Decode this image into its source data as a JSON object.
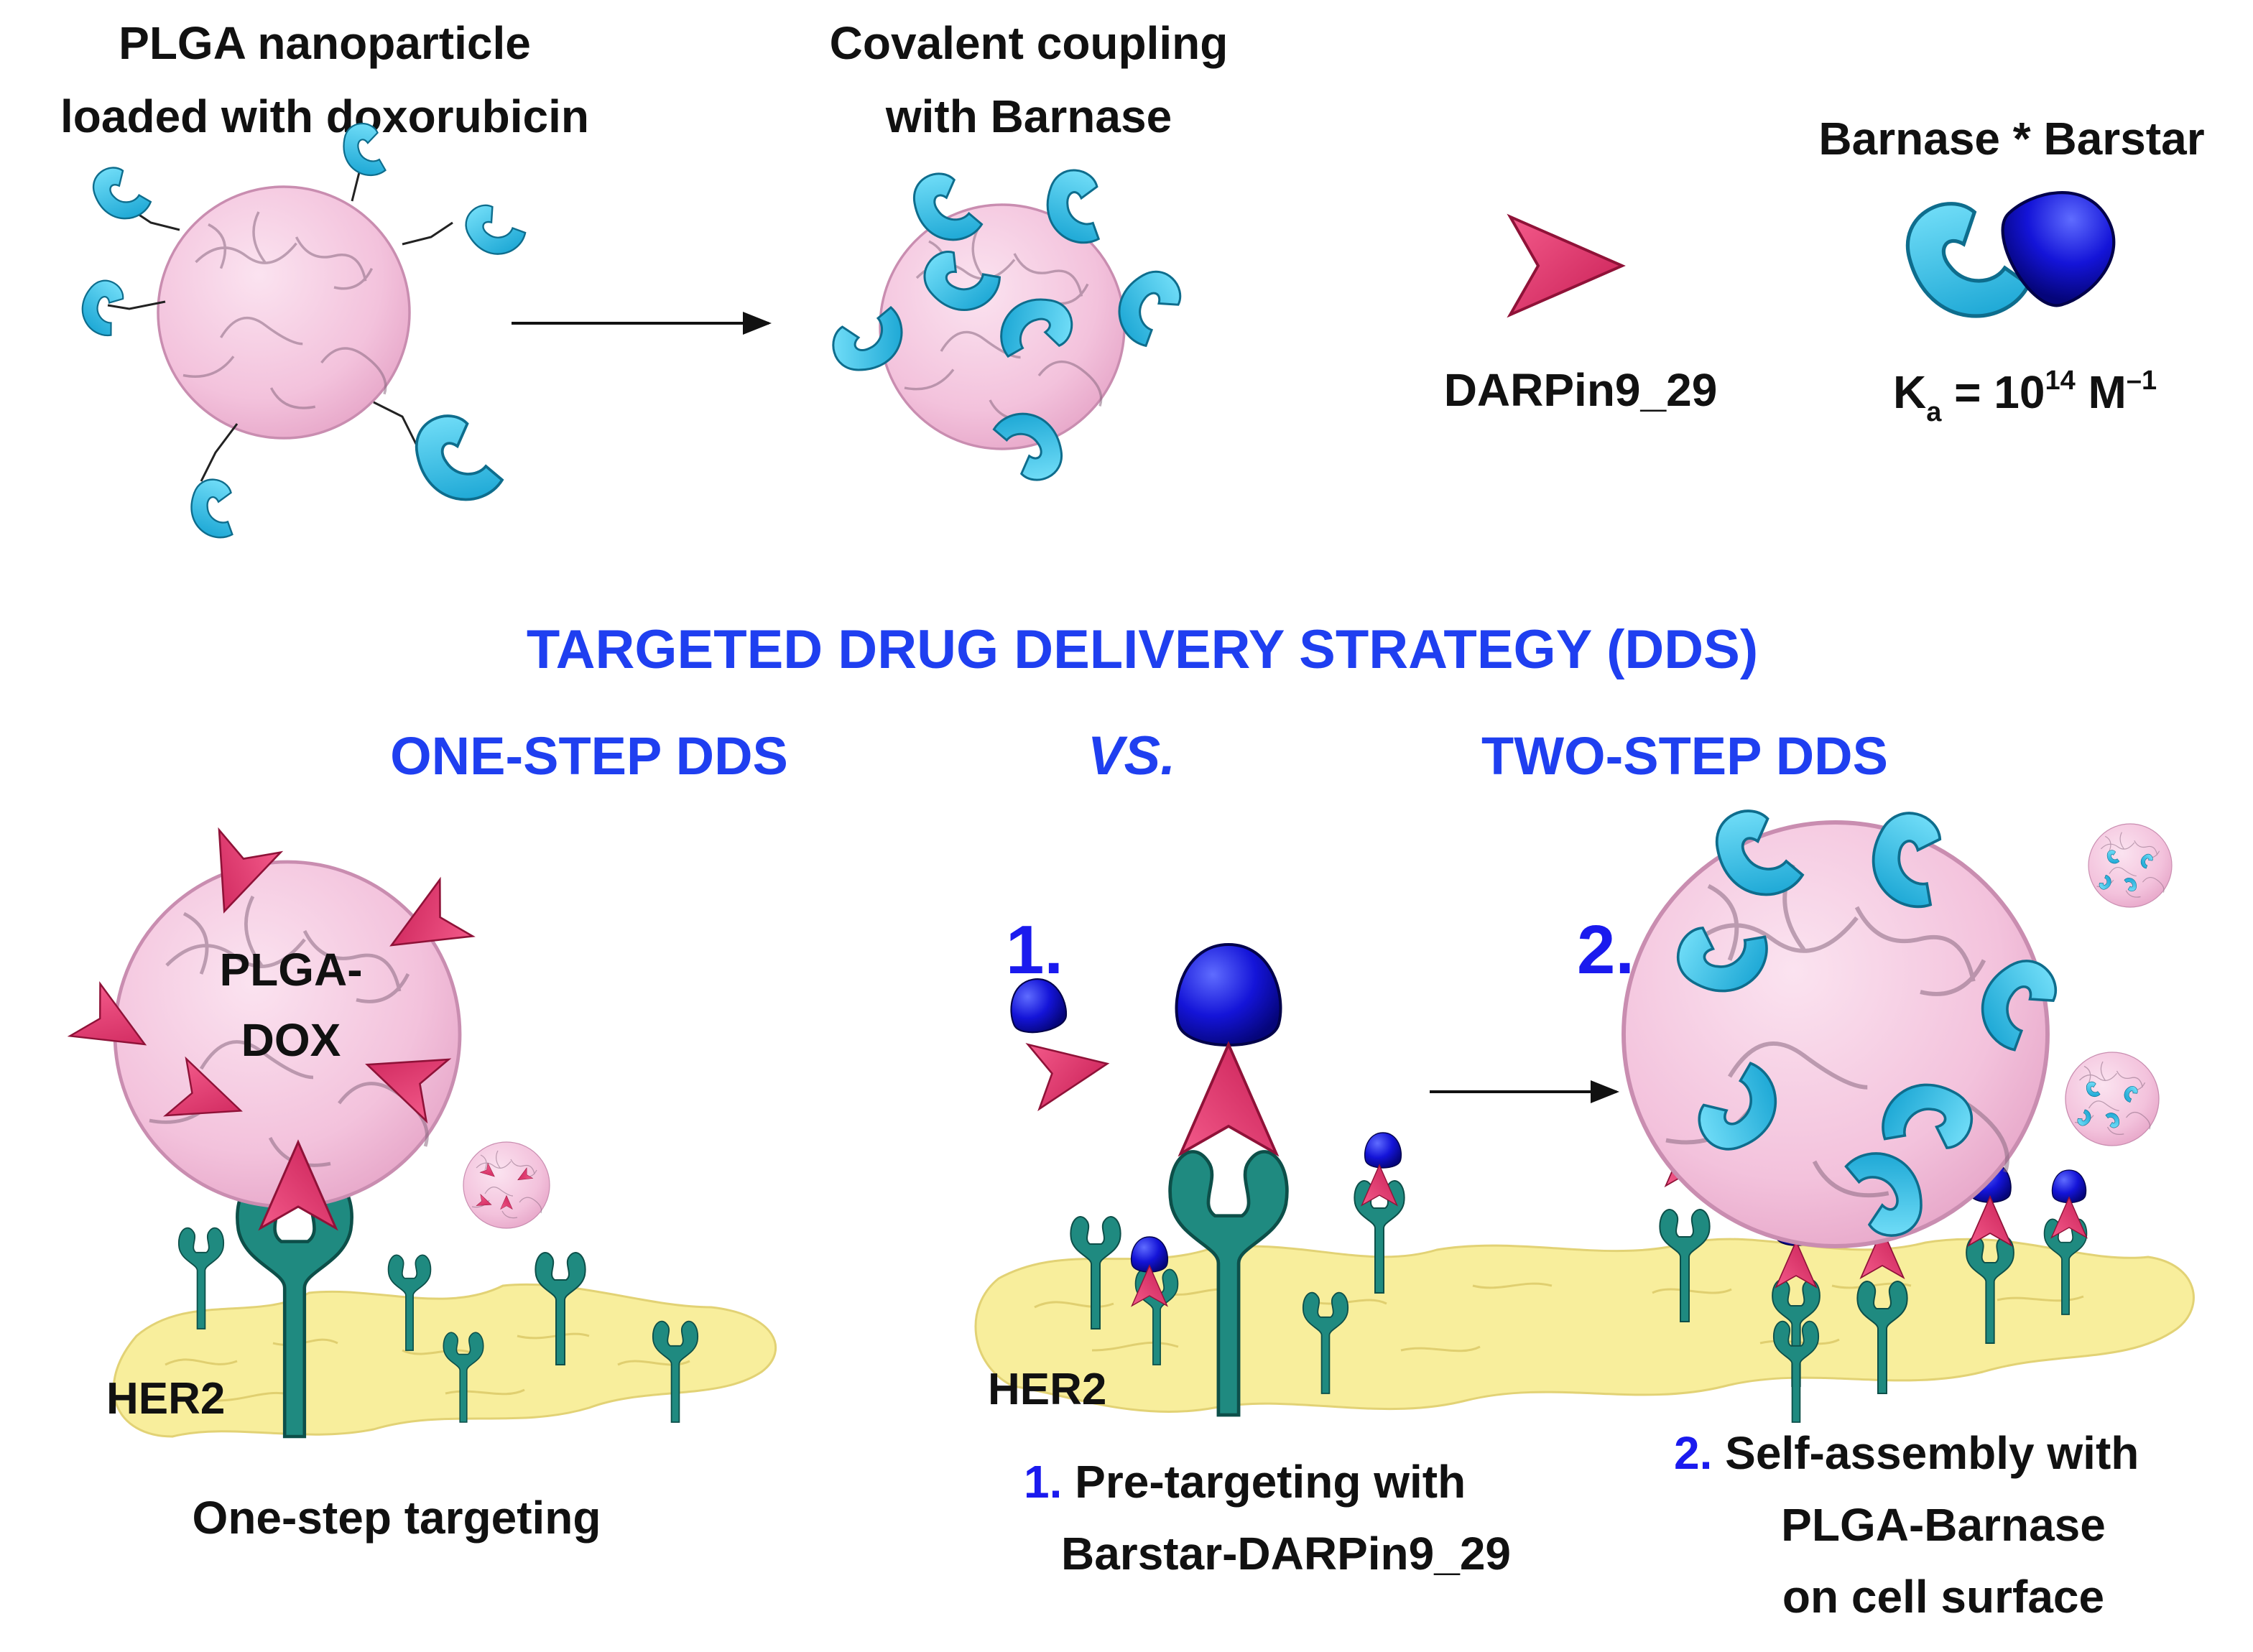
{
  "top": {
    "plga_label_line1": "PLGA nanoparticle",
    "plga_label_line2": "loaded with doxorubicin",
    "coupling_label_line1": "Covalent coupling",
    "coupling_label_line2": "with Barnase",
    "darpin_label": "DARPin9_29",
    "complex_label": "Barnase * Barstar",
    "ka_k": "K",
    "ka_sub": "a",
    "ka_eq": " = 10",
    "ka_exp": "14",
    "ka_unit": " M",
    "ka_unit_exp": "–1"
  },
  "headings": {
    "title": "TARGETED DRUG DELIVERY STRATEGY (DDS)",
    "one_step": "ONE-STEP DDS",
    "vs": "VS.",
    "two_step": "TWO-STEP DDS"
  },
  "one_step": {
    "particle_line1": "PLGA-",
    "particle_line2": "DOX",
    "her2": "HER2",
    "caption": "One-step targeting"
  },
  "two_step": {
    "step1_number": "1.",
    "step2_number": "2.",
    "her2": "HER2",
    "caption1_num": "1.",
    "caption1_line1": " Pre-targeting with",
    "caption1_line2": "Barstar-DARPin9_29",
    "caption2_num": "2.",
    "caption2_line1": " Self-assembly with",
    "caption2_line2": "PLGA-Barnase",
    "caption2_line3": "on cell surface"
  },
  "colors": {
    "nanoparticle": "#f4c6e0",
    "barnase": "#3cc4ea",
    "barstar": "#1414d8",
    "darpin": "#e8336e",
    "her2": "#1f8a80",
    "cell_surface": "#f8ee9c",
    "heading_blue": "#1f3ff0"
  }
}
